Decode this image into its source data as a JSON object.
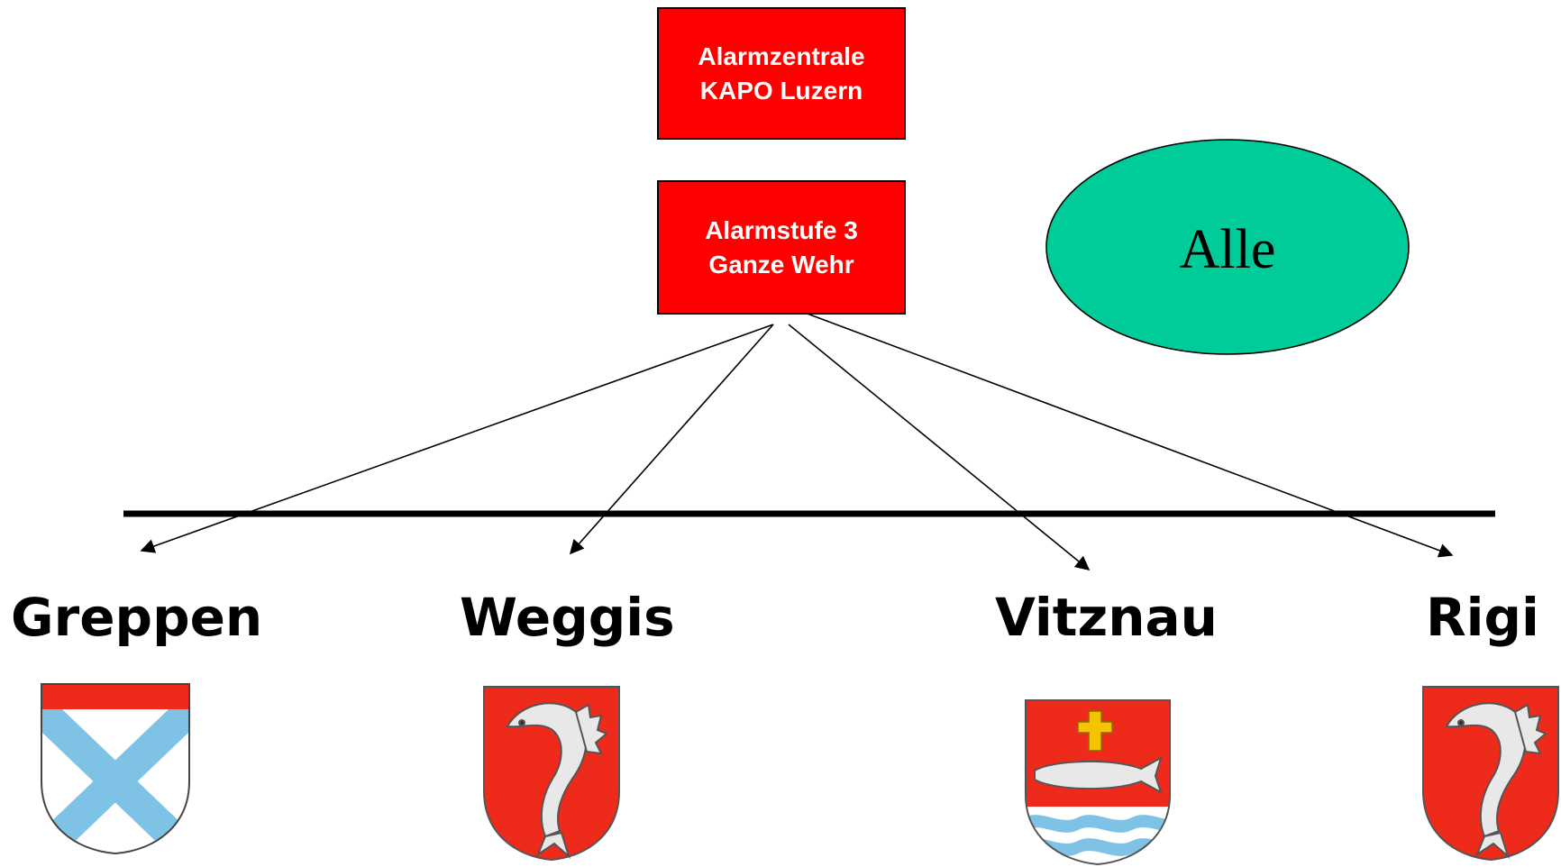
{
  "alarm_centre": {
    "line1": "Alarmzentrale",
    "line2": "KAPO Luzern"
  },
  "alarm_level": {
    "line1": "Alarmstufe 3",
    "line2": "Ganze Wehr"
  },
  "ellipse_label": "Alle",
  "towns": [
    "Greppen",
    "Weggis",
    "Vitznau",
    "Rigi"
  ],
  "crests": [
    {
      "town": "Greppen",
      "design": "blue saltire on white, red chief"
    },
    {
      "town": "Weggis",
      "design": "silver fish on red"
    },
    {
      "town": "Vitznau",
      "design": "yellow cross and fish on red, blue-white waves"
    },
    {
      "town": "Rigi",
      "design": "silver fish on red"
    }
  ],
  "colors": {
    "box_fill": "#ff0000",
    "ellipse_fill": "#00cc99",
    "crest_red": "#ee2a1b",
    "crest_blue": "#7ec3e6"
  }
}
